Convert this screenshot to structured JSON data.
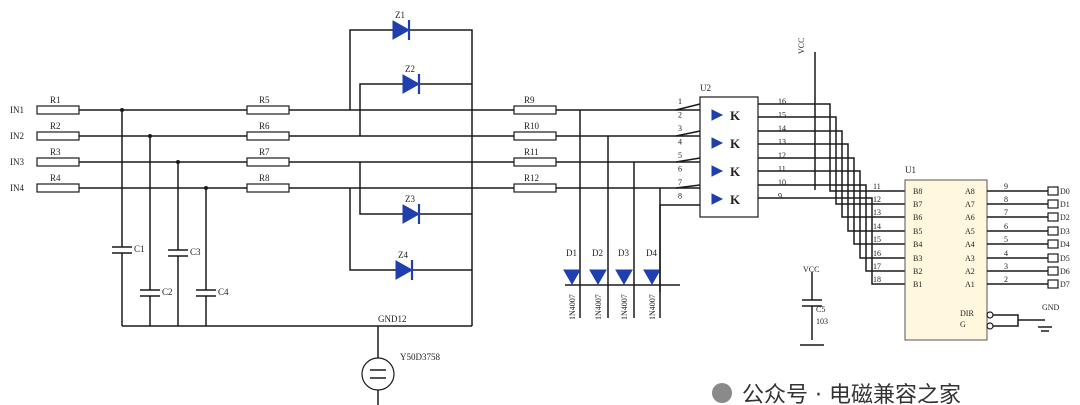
{
  "inputs": [
    "IN1",
    "IN2",
    "IN3",
    "IN4"
  ],
  "resistors_in": [
    "R1",
    "R2",
    "R3",
    "R4"
  ],
  "resistors_mid": [
    "R5",
    "R6",
    "R7",
    "R8"
  ],
  "resistors_out": [
    "R9",
    "R10",
    "R11",
    "R12"
  ],
  "zeners": [
    "Z1",
    "Z2",
    "Z3",
    "Z4"
  ],
  "caps": [
    "C1",
    "C2",
    "C3",
    "C4"
  ],
  "leds": [
    "D1",
    "D2",
    "D3",
    "D4"
  ],
  "led_part": "1N4007",
  "opto": {
    "ref": "U2",
    "left_pins": [
      "1",
      "2",
      "3",
      "4",
      "5",
      "6",
      "7",
      "8"
    ],
    "right_pins": [
      "16",
      "15",
      "14",
      "13",
      "12",
      "11",
      "10",
      "9"
    ]
  },
  "vcc": [
    "VCC",
    "VCC"
  ],
  "gnd": [
    "GND12",
    "GND"
  ],
  "tvs": "Y50D3758",
  "cap5": [
    "C5",
    "103"
  ],
  "ic": {
    "ref": "U1",
    "left_pins": [
      "B8",
      "B7",
      "B6",
      "B5",
      "B4",
      "B3",
      "B2",
      "B1"
    ],
    "right_pins": [
      "A8",
      "A7",
      "A6",
      "A5",
      "A4",
      "A3",
      "A2",
      "A1"
    ],
    "left_nums": [
      "11",
      "12",
      "13",
      "14",
      "15",
      "16",
      "17",
      "18"
    ],
    "right_nums": [
      "9",
      "8",
      "7",
      "6",
      "5",
      "4",
      "3",
      "2"
    ],
    "bottom_pins": [
      "DIR",
      "G"
    ]
  },
  "outputs": [
    "D0",
    "D1",
    "D2",
    "D3",
    "D4",
    "D5",
    "D6",
    "D7"
  ],
  "watermark": "公众号 · 电磁兼容之家"
}
